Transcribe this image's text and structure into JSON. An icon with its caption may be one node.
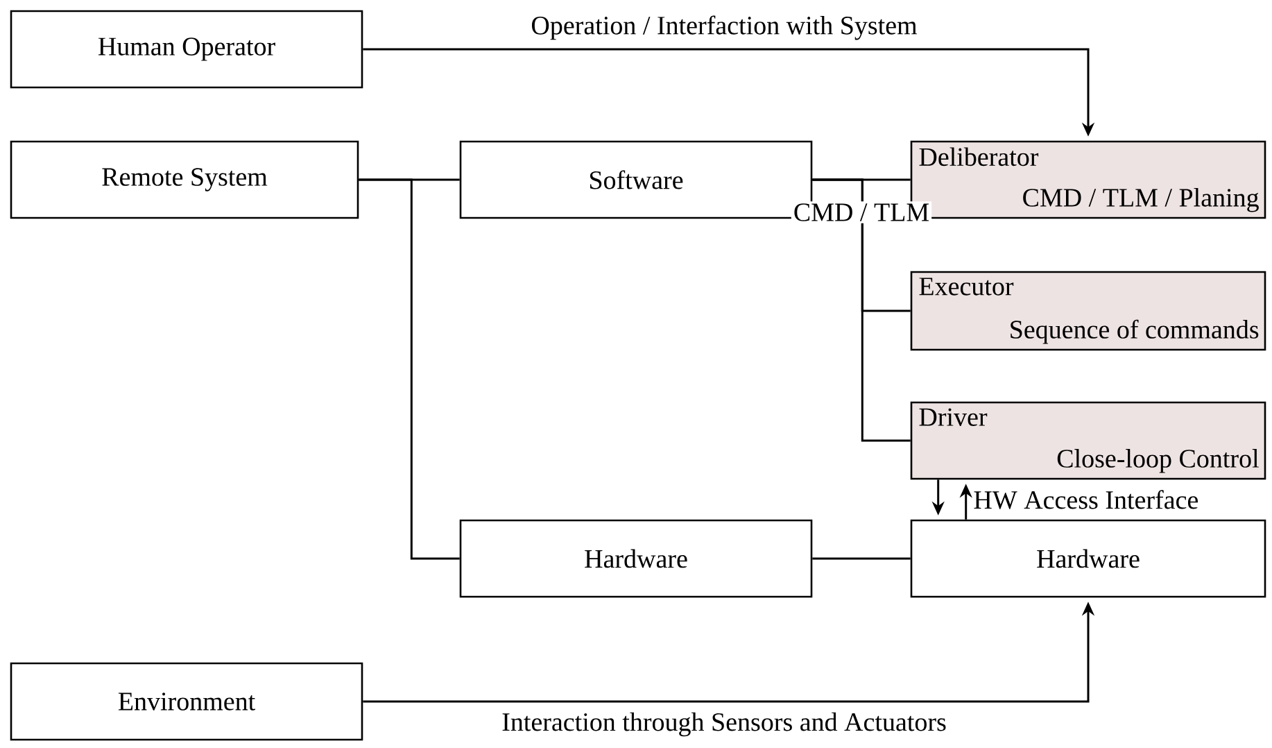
{
  "diagram": {
    "nodes": [
      {
        "text": [
          "Human Operator"
        ]
      },
      {
        "text": [
          "Remote System"
        ]
      },
      {
        "text": [
          "Software"
        ]
      },
      {
        "text": [
          "Deliberator",
          "CMD / TLM / Planing"
        ]
      },
      {
        "text": [
          "Executor",
          "Sequence of commands"
        ]
      },
      {
        "text": [
          "Driver",
          "Close-loop Control"
        ]
      },
      {
        "text": [
          "Hardware"
        ]
      },
      {
        "text": [
          "Hardware"
        ]
      },
      {
        "text": [
          "Environment"
        ]
      }
    ],
    "edges": [
      {
        "from": 0,
        "to": 3,
        "arrow": "to",
        "label": "Operation / Interfaction with System"
      },
      {
        "from": 1,
        "to": 2,
        "arrow": "none"
      },
      {
        "from": 1,
        "to": 6,
        "arrow": "none"
      },
      {
        "from": 2,
        "to": 3,
        "arrow": "none"
      },
      {
        "from": 2,
        "to": 4,
        "arrow": "none",
        "label": "CMD / TLM"
      },
      {
        "from": 2,
        "to": 5,
        "arrow": "none"
      },
      {
        "from": 5,
        "to": 7,
        "arrow": "to"
      },
      {
        "from": 7,
        "to": 5,
        "arrow": "to",
        "label": "HW Access Interface"
      },
      {
        "from": 6,
        "to": 7,
        "arrow": "none"
      },
      {
        "from": 8,
        "to": 7,
        "arrow": "to",
        "label": "Interaction through Sensors and Actuators"
      }
    ]
  }
}
